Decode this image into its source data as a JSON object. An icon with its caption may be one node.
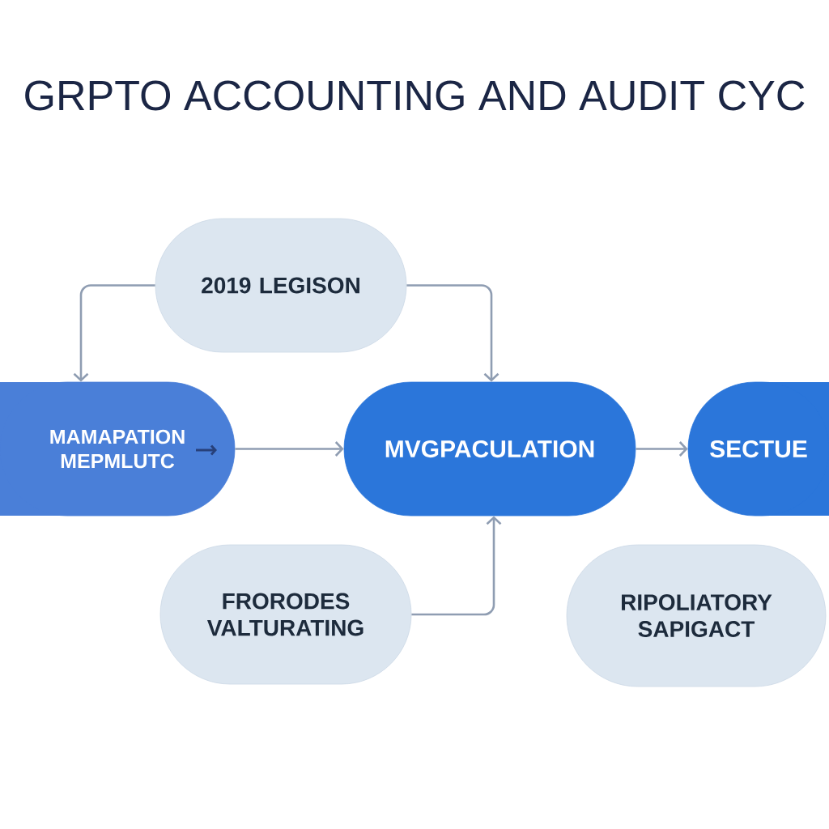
{
  "diagram": {
    "title": "GRPTO ACCOUNTING AND AUDIT CYC",
    "nodes": [
      {
        "text": [
          "2019 LEGISON"
        ]
      },
      {
        "text": [
          "MAMAPATION MEPMLUTC"
        ]
      },
      {
        "text": [
          "MVGPACULATION"
        ]
      },
      {
        "text": [
          "SECTUE"
        ]
      },
      {
        "text": [
          "FRORODES VALTURATING"
        ]
      },
      {
        "text": [
          "RIPOLIATORY SAPIGACT"
        ]
      }
    ],
    "edges": [
      {
        "from": 0,
        "to": 1,
        "arrow": "to"
      },
      {
        "from": 0,
        "to": 2,
        "arrow": "to"
      },
      {
        "from": 1,
        "to": 2,
        "arrow": "to"
      },
      {
        "from": 2,
        "to": 3,
        "arrow": "to"
      },
      {
        "from": 4,
        "to": 2,
        "arrow": "to"
      }
    ]
  }
}
